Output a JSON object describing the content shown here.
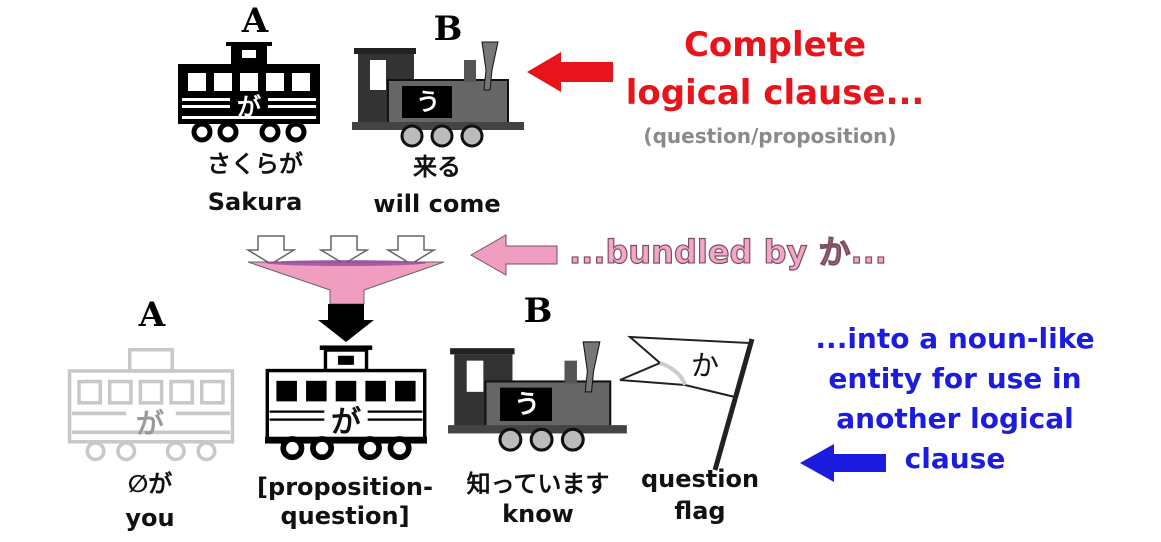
{
  "top": {
    "label_a": "A",
    "label_b": "B",
    "car_particle": "が",
    "engine_glyph": "う",
    "subject_jp": "さくらが",
    "subject_en": "Sakura",
    "verb_jp": "来る",
    "verb_en": "will come",
    "caption_line1": "Complete",
    "caption_line2": "logical clause...",
    "caption_sub": "(question/proposition)"
  },
  "middle": {
    "caption": "...bundled by か..."
  },
  "bottom": {
    "label_a": "A",
    "label_b": "B",
    "ghost_particle": "が",
    "car_particle": "が",
    "engine_glyph": "う",
    "flag_glyph": "か",
    "ghost_jp": "∅が",
    "ghost_en": "you",
    "prop_line1": "[proposition-",
    "prop_line2": "question]",
    "verb_jp": "知っています",
    "verb_en": "know",
    "flag_line1": "question",
    "flag_line2": "flag",
    "caption_lines": [
      "...into a noun-like",
      "entity for use in",
      "another logical",
      "clause"
    ]
  },
  "colors": {
    "red": "#e8141c",
    "blue": "#1c1ce0",
    "pink": "#f09ec0",
    "ghost": "#c8c8c8"
  }
}
